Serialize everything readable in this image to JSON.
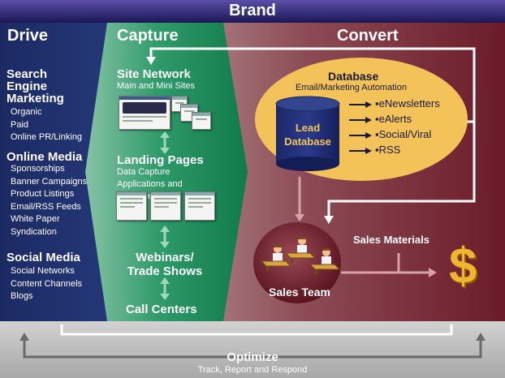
{
  "brand": {
    "title": "Brand"
  },
  "drive": {
    "title": "Drive",
    "sections": [
      {
        "heading": "Search Engine Marketing",
        "items": [
          "Organic",
          "Paid",
          "Online PR/Linking"
        ]
      },
      {
        "heading": "Online Media",
        "items": [
          "Sponsorships",
          "Banner Campaigns",
          "Product Listings",
          "Email/RSS Feeds",
          "White Paper Syndication"
        ]
      },
      {
        "heading": "Social Media",
        "items": [
          "Social Networks",
          "Content Channels",
          "Blogs"
        ]
      }
    ]
  },
  "capture": {
    "title": "Capture",
    "site_network": {
      "heading": "Site Network",
      "sub": "Main and Mini Sites"
    },
    "landing_pages": {
      "heading": "Landing Pages",
      "sub": "Data Capture Applications and Incentives"
    },
    "webinars": {
      "heading": "Webinars/ Trade Shows"
    },
    "call_centers": {
      "heading": "Call Centers"
    }
  },
  "convert": {
    "title": "Convert",
    "database": {
      "heading": "Database",
      "sub": "Email/Marketing Automation",
      "cylinder_label": "Lead Database",
      "outputs": [
        "▪eNewsletters",
        "▪eAlerts",
        "▪Social/Viral",
        "▪RSS"
      ]
    },
    "sales_team": "Sales Team",
    "sales_materials": "Sales Materials",
    "dollar": "$"
  },
  "optimize": {
    "title": "Optimize",
    "sub": "Track, Report and Respond"
  },
  "colors": {
    "navy": "#1d2b66",
    "green": "#1d8a5a",
    "maroon": "#7a2030",
    "gold": "#f3c35a",
    "cylinder": "#1d2b73",
    "grey_band": "#b9b9b9"
  },
  "icons": [
    "arrow-double-icon",
    "arrow-right-icon",
    "person-at-desk-icon",
    "dollar-sign-icon",
    "webpage-thumbnail-icon"
  ]
}
